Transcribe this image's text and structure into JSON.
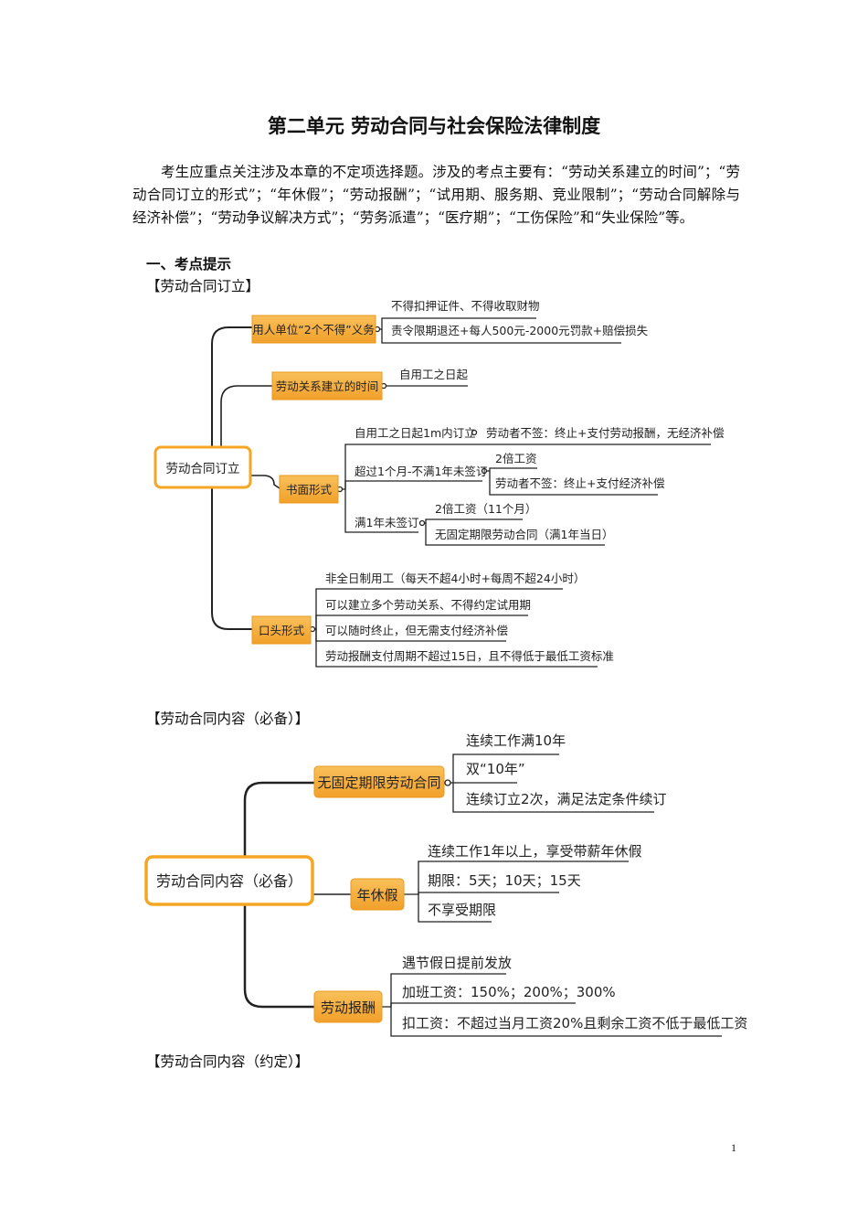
{
  "page": {
    "title": "第二单元 劳动合同与社会保险法律制度",
    "intro": "考生应重点关注涉及本章的不定项选择题。涉及的考点主要有：“劳动关系建立的时间”；“劳动合同订立的形式”；“年休假”；“劳动报酬”；“试用期、服务期、竞业限制”；“劳动合同解除与经济补偿”；“劳动争议解决方式”；“劳务派遣”；“医疗期”；“工伤保险”和“失业保险”等。",
    "heading1": "一、考点提示",
    "section1": "【劳动合同订立】",
    "section2": "【劳动合同内容（必备）】",
    "section3": "【劳动合同内容（约定）】",
    "page_number": "1"
  },
  "map1": {
    "root": "劳动合同订立",
    "b1": {
      "label": "用人单位“2个不得”义务",
      "l1": "不得扣押证件、不得收取财物",
      "l2": "责令限期退还+每人500元-2000元罚款+赔偿损失"
    },
    "b2": {
      "label": "劳动关系建立的时间",
      "l1": "自用工之日起"
    },
    "b3": {
      "label": "书面形式",
      "l1": "自用工之日起1m内订立",
      "l1b": "劳动者不签：终止+支付劳动报酬，无经济补偿",
      "l2": "超过1个月-不满1年未签订",
      "l2a": "2倍工资",
      "l2b": "劳动者不签：终止+支付经济补偿",
      "l3": "满1年未签订",
      "l3a": "2倍工资（11个月）",
      "l3b": "无固定期限劳动合同（满1年当日）"
    },
    "b4": {
      "label": "口头形式",
      "l1": "非全日制用工（每天不超4小时+每周不超24小时）",
      "l2": "可以建立多个劳动关系、不得约定试用期",
      "l3": "可以随时终止，但无需支付经济补偿",
      "l4": "劳动报酬支付周期不超过15日，且不得低于最低工资标准"
    }
  },
  "map2": {
    "root": "劳动合同内容（必备）",
    "b1": {
      "label": "无固定期限劳动合同",
      "l1": "连续工作满10年",
      "l2": "双“10年”",
      "l3": "连续订立2次，满足法定条件续订"
    },
    "b2": {
      "label": "年休假",
      "l1": "连续工作1年以上，享受带薪年休假",
      "l2": "期限：5天；10天；15天",
      "l3": "不享受期限"
    },
    "b3": {
      "label": "劳动报酬",
      "l1": "遇节假日提前发放",
      "l2": "加班工资：150%；200%；300%",
      "l3": "扣工资：不超过当月工资20%且剩余工资不低于最低工资"
    }
  },
  "colors": {
    "root_border": "#f5a623",
    "branch_fill": "#f7b23b",
    "line": "#222222"
  }
}
